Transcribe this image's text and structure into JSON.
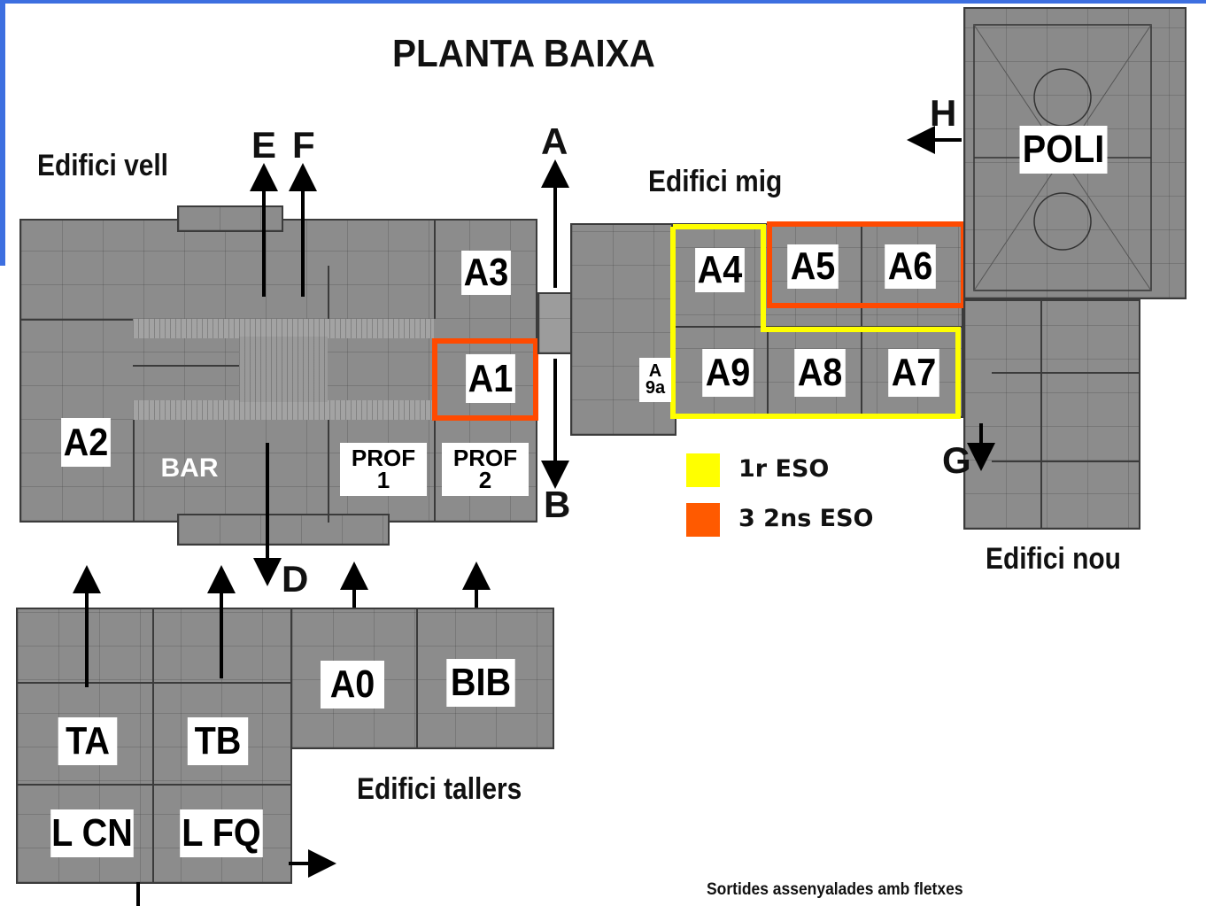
{
  "title": "PLANTA BAIXA",
  "buildings": {
    "vell": "Edifici vell",
    "mig": "Edifici mig",
    "nou": "Edifici nou",
    "tallers": "Edifici tallers"
  },
  "rooms": {
    "poli": "POLI",
    "a3": "A3",
    "a1": "A1",
    "a2": "A2",
    "bar": "BAR",
    "prof1_line1": "PROF",
    "prof1_line2": "1",
    "prof2_line1": "PROF",
    "prof2_line2": "2",
    "a4": "A4",
    "a5": "A5",
    "a6": "A6",
    "a9": "A9",
    "a8": "A8",
    "a7": "A7",
    "a9a_line1": "A",
    "a9a_line2": "9a",
    "a0": "A0",
    "bib": "BIB",
    "ta": "TA",
    "tb": "TB",
    "lcn": "L CN",
    "lfq": "L FQ"
  },
  "exits": {
    "a": "A",
    "b": "B",
    "d": "D",
    "e": "E",
    "f": "F",
    "g": "G",
    "h": "H"
  },
  "legend": [
    {
      "label": "1r ESO",
      "color": "#ffff00"
    },
    {
      "label": "3 2ns ESO",
      "color": "#ff5a00"
    }
  ],
  "highlight_colors": {
    "first_eso": "#ffff00",
    "second_eso": "#ff4a00"
  },
  "footnote": "Sortides assenyalades amb fletxes"
}
